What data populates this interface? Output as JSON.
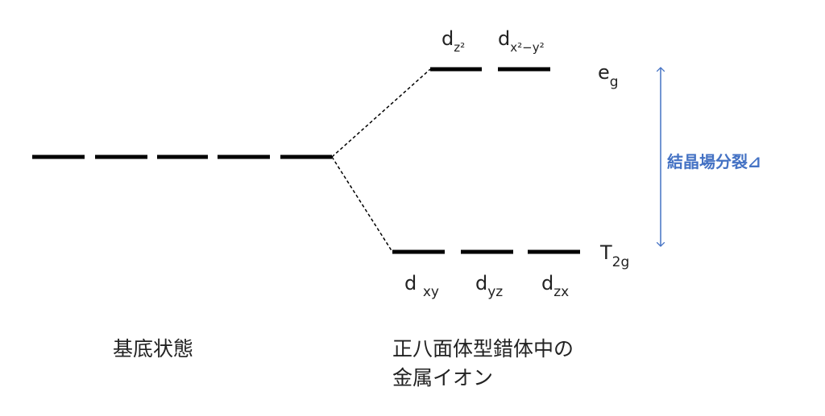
{
  "ground_state_label": "基底状態",
  "complex_label_line1": "正八面体型錯体中の",
  "complex_label_line2": "金属イオン",
  "splitting_label": "結晶場分裂⊿",
  "eg": {
    "main": "e",
    "sub": "g"
  },
  "t2g": {
    "main": "T",
    "sub": "2g"
  },
  "orbitals_eg": [
    {
      "main": "d",
      "sub": "z²"
    },
    {
      "main": "d",
      "sub": "x²−y²"
    }
  ],
  "orbitals_t2g": [
    {
      "main": "d ",
      "sub": "xy"
    },
    {
      "main": "d",
      "sub": "yz"
    },
    {
      "main": "d",
      "sub": "zx"
    }
  ],
  "colors": {
    "arrow": "#4472C4",
    "levels": "#000000"
  }
}
